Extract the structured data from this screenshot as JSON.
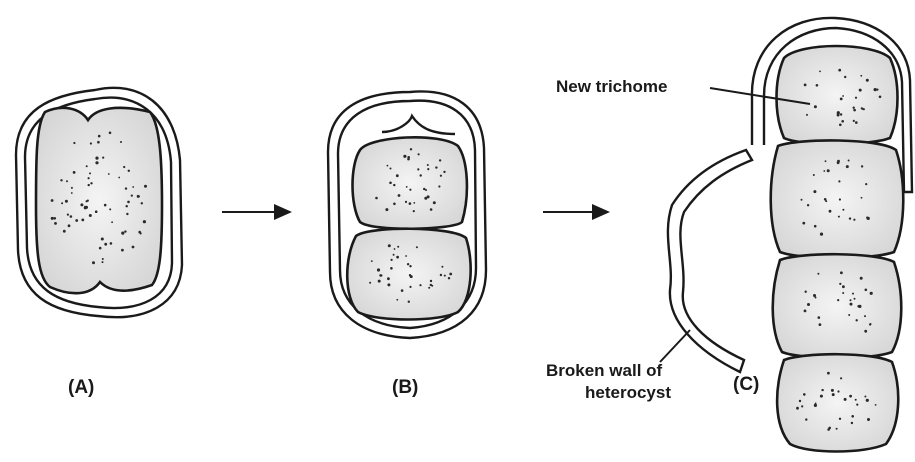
{
  "figure": {
    "panels": [
      {
        "id": "A",
        "label": "(A)"
      },
      {
        "id": "B",
        "label": "(B)"
      },
      {
        "id": "C",
        "label": "(C)"
      }
    ],
    "callouts": {
      "new_trichome": "New trichome",
      "broken_wall_line1": "Broken wall of",
      "broken_wall_line2": "heterocyst"
    }
  }
}
